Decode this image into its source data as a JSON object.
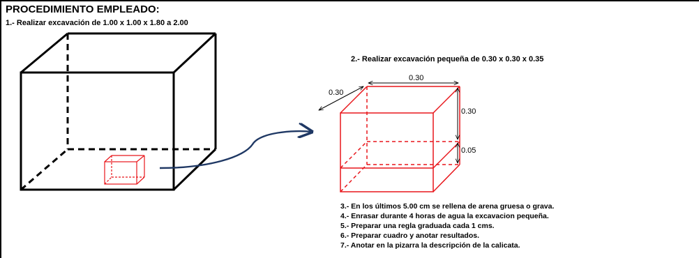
{
  "title": "PROCEDIMIENTO EMPLEADO:",
  "step1": "1.- Realizar excavación de 1.00 x 1.00 x 1.80 a 2.00",
  "step2": "2.- Realizar excavación pequeña de 0.30 x 0.30 x 0.35",
  "dimensions": {
    "width": "0.30",
    "depth": "0.30",
    "height": "0.30",
    "bottom": "0.05"
  },
  "steps": [
    "3.- En los últimos 5.00 cm se rellena de arena gruesa o grava.",
    "4.- Enrasar durante 4 horas de agua la excavacion pequeña.",
    "5.- Preparar una regla graduada cada 1 cms.",
    "6.- Preparar cuadro y anotar resultados.",
    "7.- Anotar en la pizarra la descripción de la calicata."
  ],
  "colors": {
    "large_box": "#000000",
    "small_box": "#e8161b",
    "arrow": "#1f3864",
    "dimension_lines": "#000000"
  }
}
